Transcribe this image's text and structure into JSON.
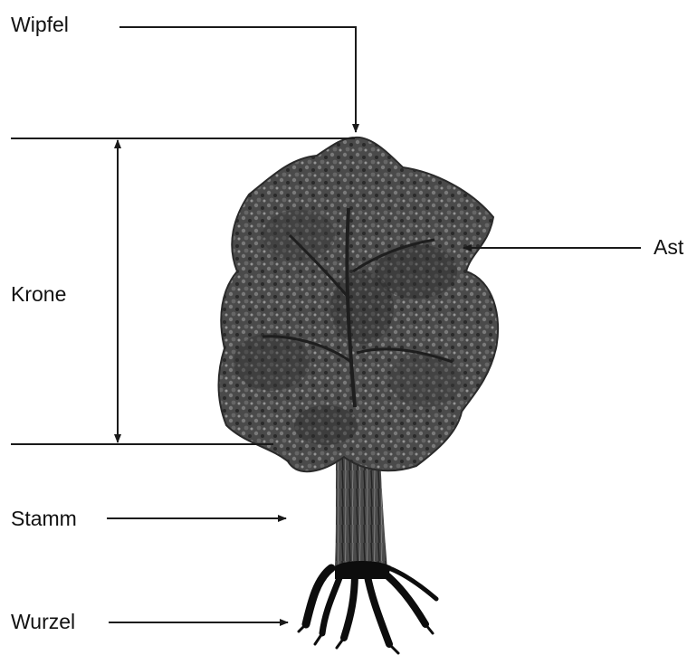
{
  "labels": {
    "top": "Wipfel",
    "crown": "Krone",
    "branch": "Ast",
    "trunk": "Stamm",
    "root": "Wurzel"
  },
  "colors": {
    "line": "#1a1a1a",
    "foliage_dark": "#2f2f2f",
    "foliage_mid": "#555555",
    "foliage_light": "#8a8a8a",
    "trunk": "#3a3a3a",
    "root": "#0d0d0d"
  }
}
